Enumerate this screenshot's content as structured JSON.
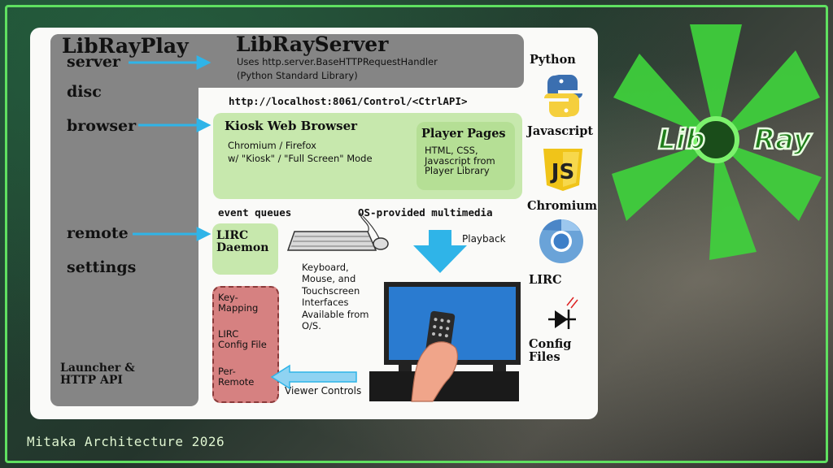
{
  "launcher": {
    "title": "LibRayPlay",
    "items": [
      "server",
      "disc",
      "browser",
      "remote",
      "settings"
    ],
    "footer": "Launcher &\nHTTP API"
  },
  "server": {
    "title": "LibRayServer",
    "desc1": "Uses http.server.BaseHTTPRequestHandler",
    "desc2": "(Python Standard Library)"
  },
  "url": "http://localhost:8061/Control/<CtrlAPI>",
  "kiosk": {
    "title": "Kiosk Web Browser",
    "line1": "Chromium / Firefox",
    "line2": "w/ \"Kiosk\" / \"Full Screen\" Mode"
  },
  "player_pages": {
    "title": "Player Pages",
    "desc": "HTML, CSS,\nJavascript from\nPlayer Library"
  },
  "event_queues": "event queues",
  "multimedia": "OS-provided multimedia",
  "playback": "Playback",
  "lirc": "LIRC\nDaemon",
  "input_desc": "Keyboard,\nMouse, and\nTouchscreen\nInterfaces\nAvailable from\nO/S.",
  "keymap": {
    "a": "Key-\nMapping",
    "b": "LIRC\nConfig File",
    "c": "Per-\nRemote"
  },
  "viewer_controls": "Viewer Controls",
  "tech": [
    "Python",
    "Javascript",
    "Chromium",
    "LIRC",
    "Config\nFiles"
  ],
  "logo": {
    "left": "Lib",
    "right": "Ray"
  },
  "footer_credit": "Mitaka Architecture 2026",
  "colors": {
    "frame": "#5fe060",
    "gray_block": "#858585",
    "green_box": "#c7e8ad",
    "pink_box": "#d68181",
    "arrow": "#2fb4e8"
  },
  "icons": [
    "python-icon",
    "js-icon",
    "chromium-icon",
    "lirc-diode-icon",
    "keyboard-icon",
    "mouse-icon",
    "tv-icon",
    "remote-control-icon",
    "libray-logo-icon"
  ]
}
